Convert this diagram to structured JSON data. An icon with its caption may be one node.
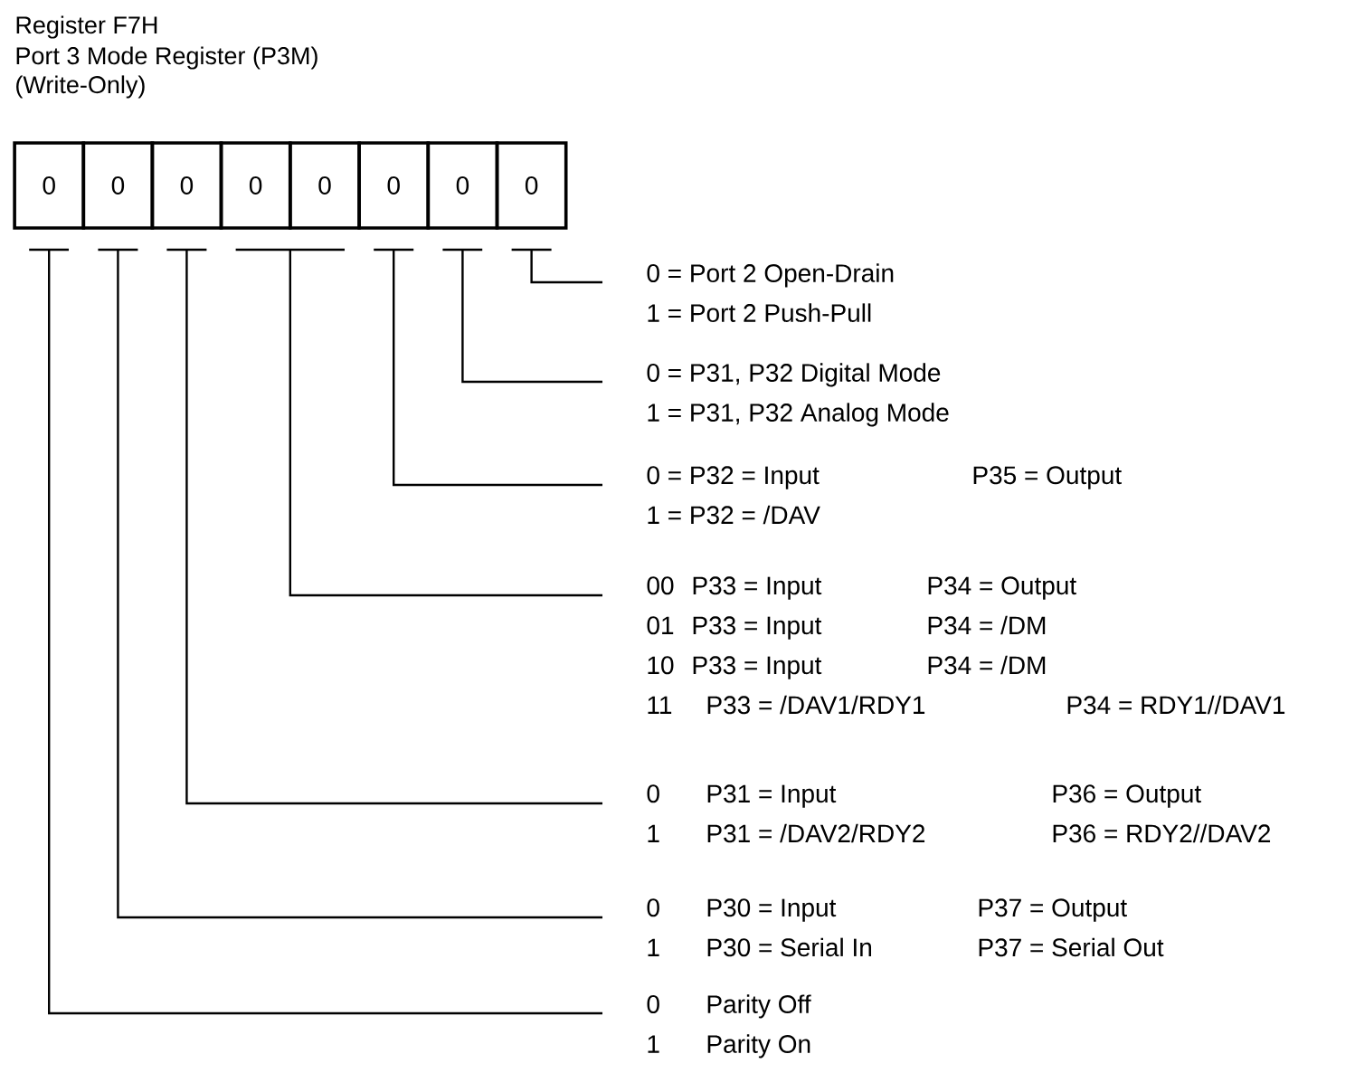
{
  "diagram": {
    "title": "Register F7H",
    "nodes": [
      {
        "text": [
          "0"
        ]
      },
      {
        "text": [
          "0"
        ]
      },
      {
        "text": [
          "0"
        ]
      },
      {
        "text": [
          "0"
        ]
      },
      {
        "text": [
          "0"
        ]
      },
      {
        "text": [
          "0"
        ]
      },
      {
        "text": [
          "0"
        ]
      },
      {
        "text": [
          "0"
        ]
      },
      {
        "text": [
          "0 = Port 2 Open-Drain",
          "1 = Port 2 Push-Pull"
        ]
      },
      {
        "text": [
          "0 = P31, P32 Digital Mode",
          "1 = P31, P32 Analog Mode"
        ]
      },
      {
        "text": [
          "0 = P32 = Input",
          "P35 = Output",
          "1 = P32 = /DAV"
        ]
      },
      {
        "text": [
          "00",
          "P33 = Input",
          "P34 = Output",
          "01",
          "P33 = Input",
          "P34 = /DM",
          "10",
          "P33 = Input",
          "P34 = /DM",
          "11",
          "P33 = /DAV1/RDY1",
          "P34 = RDY1//DAV1"
        ]
      },
      {
        "text": [
          "0",
          "P31 = Input",
          "P36 = Output",
          "1",
          "P31 = /DAV2/RDY2",
          "P36 = RDY2//DAV2"
        ]
      },
      {
        "text": [
          "0",
          "P30 = Input",
          "P37 = Output",
          "1",
          "P30 = Serial In",
          "P37 = Serial Out"
        ]
      },
      {
        "text": [
          "0",
          "Parity Off",
          "1",
          "Parity On"
        ]
      }
    ],
    "edges": [
      {
        "from": 7,
        "to": 8,
        "arrow": "none"
      },
      {
        "from": 6,
        "to": 9,
        "arrow": "none"
      },
      {
        "from": 5,
        "to": 10,
        "arrow": "none"
      },
      {
        "from": 4,
        "to": 11,
        "arrow": "none"
      },
      {
        "from": 3,
        "to": 11,
        "arrow": "none"
      },
      {
        "from": 2,
        "to": 12,
        "arrow": "none"
      },
      {
        "from": 1,
        "to": 13,
        "arrow": "none"
      },
      {
        "from": 0,
        "to": 14,
        "arrow": "none"
      }
    ],
    "labels": [
      "Port 3 Mode Register (P3M)",
      "(Write-Only)"
    ]
  }
}
